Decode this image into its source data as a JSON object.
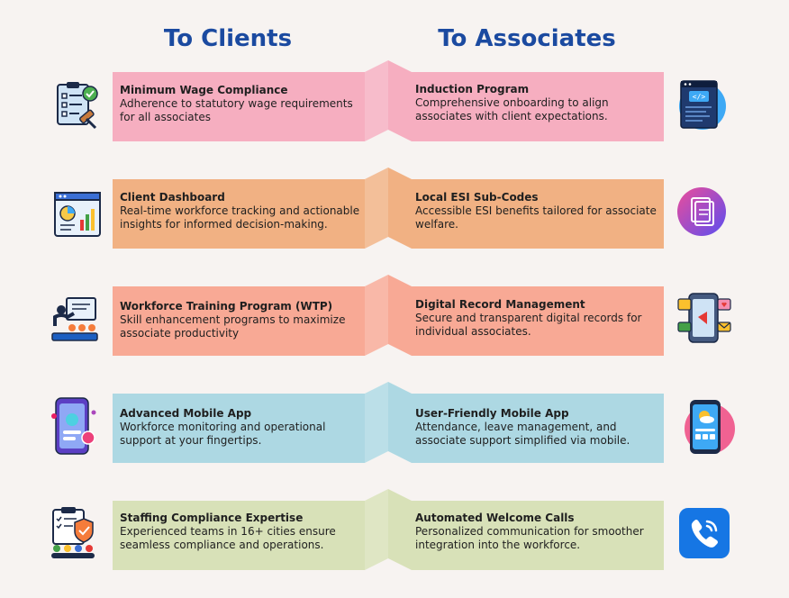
{
  "headers": {
    "left": "To Clients",
    "right": "To Associates"
  },
  "rows": [
    {
      "color": "#f6aec0",
      "left": {
        "title": "Minimum Wage Compliance",
        "desc": "Adherence to statutory wage requirements for all associates"
      },
      "right": {
        "title": "Induction Program",
        "desc": "Comprehensive onboarding to align associates with client expectations."
      },
      "left_icon": "compliance-checklist-gavel-icon",
      "right_icon": "code-window-icon"
    },
    {
      "color": "#f1b183",
      "left": {
        "title": "Client Dashboard",
        "desc": "Real-time workforce tracking and actionable insights for informed decision-making."
      },
      "right": {
        "title": "Local ESI Sub-Codes",
        "desc": "Accessible ESI benefits tailored for associate welfare."
      },
      "left_icon": "dashboard-charts-icon",
      "right_icon": "documents-icon"
    },
    {
      "color": "#f8a995",
      "left": {
        "title": "Workforce Training Program (WTP)",
        "desc": "Skill enhancement programs to maximize associate productivity"
      },
      "right": {
        "title": "Digital Record Management",
        "desc": "Secure and transparent digital records for individual associates."
      },
      "left_icon": "training-presentation-icon",
      "right_icon": "mobile-social-icon"
    },
    {
      "color": "#add8e3",
      "left": {
        "title": "Advanced Mobile App",
        "desc": "Workforce monitoring and operational support at your fingertips."
      },
      "right": {
        "title": "User-Friendly Mobile App",
        "desc": "Attendance, leave management, and associate support simplified via mobile."
      },
      "left_icon": "mobile-app-icon",
      "right_icon": "weather-phone-icon"
    },
    {
      "color": "#d8e1b8",
      "left": {
        "title": "Staffing Compliance Expertise",
        "desc": "Experienced teams in 16+ cities ensure seamless compliance and operations."
      },
      "right": {
        "title": "Automated Welcome Calls",
        "desc": "Personalized communication for smoother integration into the workforce."
      },
      "left_icon": "team-shield-icon",
      "right_icon": "phone-call-icon"
    }
  ]
}
